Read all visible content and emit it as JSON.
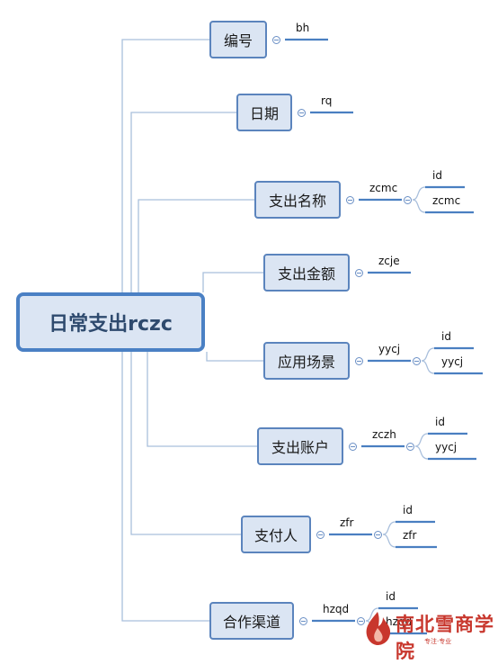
{
  "root": {
    "label": "日常支出rczc"
  },
  "branches": [
    {
      "label": "编号",
      "field": "bh",
      "children": []
    },
    {
      "label": "日期",
      "field": "rq",
      "children": []
    },
    {
      "label": "支出名称",
      "field": "zcmc",
      "children": [
        "id",
        "zcmc"
      ]
    },
    {
      "label": "支出金额",
      "field": "zcje",
      "children": []
    },
    {
      "label": "应用场景",
      "field": "yycj",
      "children": [
        "id",
        "yycj"
      ]
    },
    {
      "label": "支出账户",
      "field": "zczh",
      "children": [
        "id",
        "yycj"
      ]
    },
    {
      "label": "支付人",
      "field": "zfr",
      "children": [
        "id",
        "zfr"
      ]
    },
    {
      "label": "合作渠道",
      "field": "hzqd",
      "children": [
        "id",
        "hzqd"
      ]
    }
  ],
  "watermark": {
    "name": "南北雪商学院",
    "tagline": "专注·专业"
  },
  "colors": {
    "line": "#a9bfdc",
    "underline": "#4a7fc1",
    "node_fill": "#dbe5f3",
    "node_border": "#5b84bd",
    "brand": "#c8372d"
  }
}
